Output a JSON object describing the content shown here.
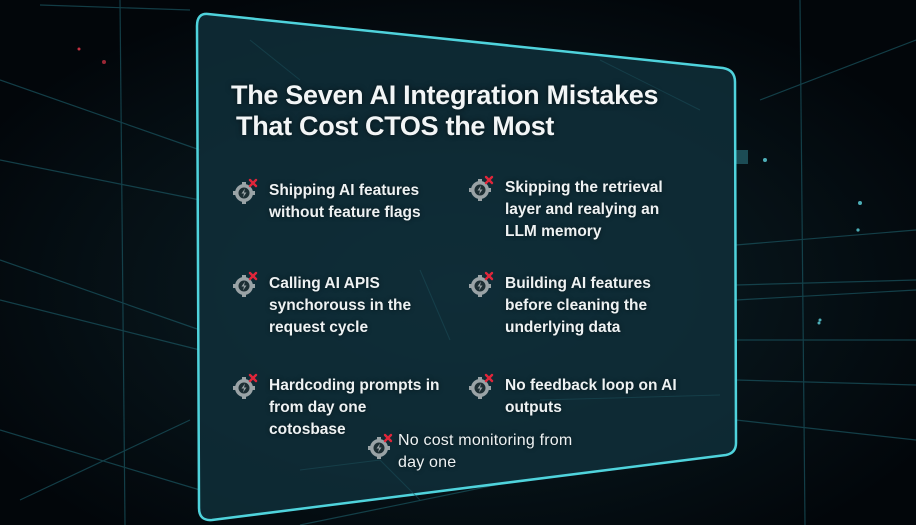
{
  "title": {
    "line1": "The Seven AI Integration Mistakes",
    "line2": "That Cost CTOS the Most"
  },
  "items": [
    {
      "icon": "gear-bolt-error-icon",
      "lines": [
        "Shipping AI features",
        "without feature flags"
      ]
    },
    {
      "icon": "gear-bolt-error-icon",
      "lines": [
        "Skipping the retrieval",
        "layer and realying an",
        "LLM memory"
      ]
    },
    {
      "icon": "gear-bolt-error-icon",
      "lines": [
        "Calling AI APIS",
        "synchorouss in the",
        "request cycle"
      ]
    },
    {
      "icon": "gear-bolt-error-icon",
      "lines": [
        "Building AI features",
        "before cleaning the",
        "underlying data"
      ]
    },
    {
      "icon": "gear-bolt-error-icon",
      "lines": [
        "Hardcoding prompts in",
        "from day one",
        "cotosbase"
      ]
    },
    {
      "icon": "gear-bolt-error-icon",
      "lines": [
        "No feedback loop on AI",
        "outputs"
      ]
    },
    {
      "icon": "gear-bolt-error-icon",
      "lines": [
        "No cost monitoring from",
        "day one"
      ]
    }
  ],
  "colors": {
    "background": "#03080c",
    "panel_fill": "#0f2a33",
    "panel_border": "#4fd3dc",
    "text": "#eef2f3",
    "icon_gear": "#9aa3a6",
    "icon_x": "#e0263a"
  }
}
